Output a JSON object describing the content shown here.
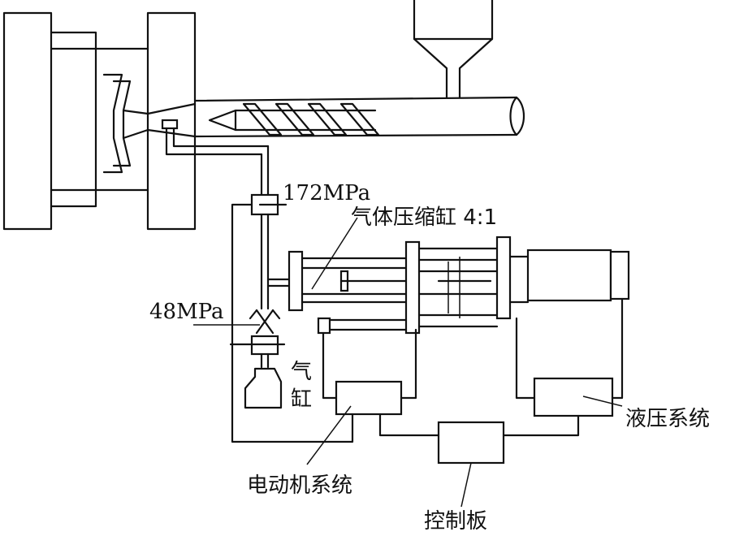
{
  "labels": {
    "pressure_high": "172MPa",
    "pressure_low": "48MPa",
    "gas_compressor": "气体压缩缸 4:1",
    "gas_cylinder_line1": "气",
    "gas_cylinder_line2": "缸",
    "motor_system": "电动机系统",
    "hydraulic_system": "液压系统",
    "control_panel": "控制板"
  }
}
